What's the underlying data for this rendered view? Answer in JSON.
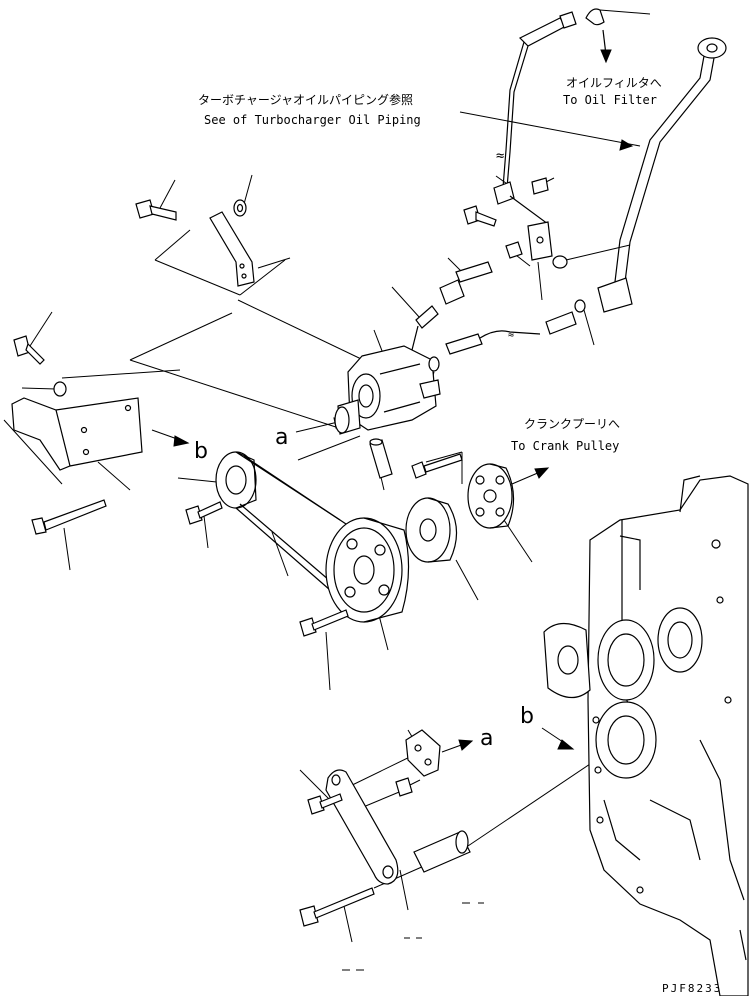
{
  "notes": {
    "turbo_jp": "ターボチャージャオイルパイピング参照",
    "turbo_en": "See of Turbocharger Oil Piping",
    "oil_jp": "オイルフィルタへ",
    "oil_en": "To Oil Filter",
    "crank_jp": "クランクプーリへ",
    "crank_en": "To Crank Pulley"
  },
  "references": {
    "a": "a",
    "b": "b"
  },
  "drawing_code": "PJF8233"
}
